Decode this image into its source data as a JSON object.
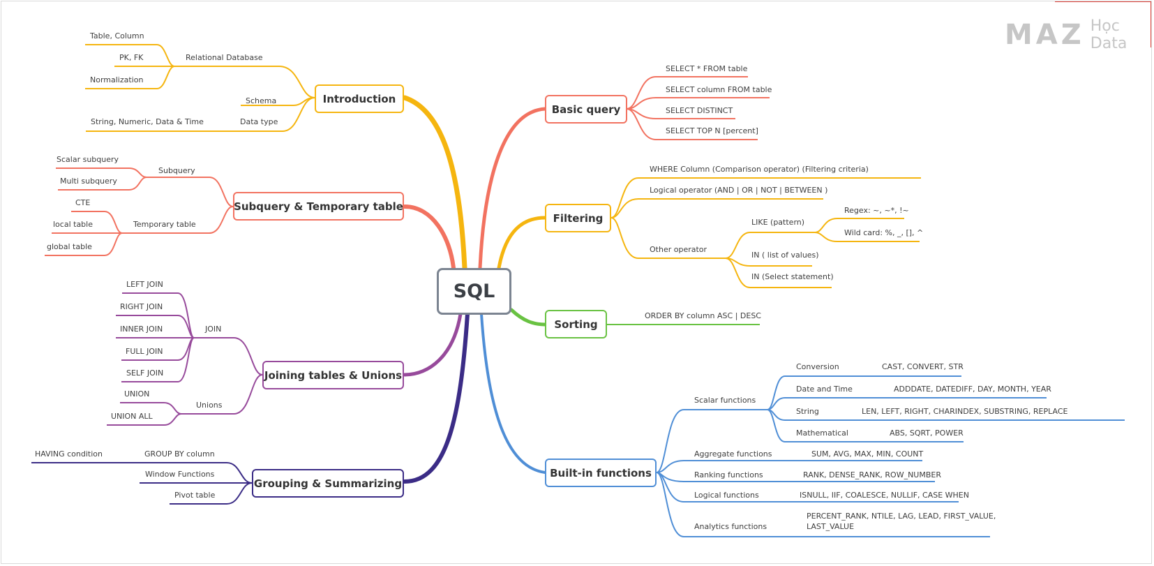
{
  "root": {
    "label": "SQL"
  },
  "watermark": {
    "mark": "MAZ",
    "text": "Học Data"
  },
  "colors": {
    "introduction": "#f5b50f",
    "subquery": "#f27260",
    "joining": "#974a9b",
    "grouping": "#3b2c86",
    "basic_query": "#f27260",
    "filtering": "#f5b50f",
    "sorting": "#69c242",
    "builtin": "#4f8ed6"
  },
  "branches": {
    "introduction": {
      "label": "Introduction",
      "relational_database": "Relational Database",
      "table_column": "Table, Column",
      "pk_fk": "PK, FK",
      "normalization": "Normalization",
      "schema": "Schema",
      "data_type": "Data type",
      "data_type_values": "String, Numeric, Data & Time"
    },
    "subquery": {
      "label": "Subquery & Temporary table",
      "subquery": "Subquery",
      "scalar_subquery": "Scalar subquery",
      "multi_subquery": "Multi subquery",
      "temporary_table": "Temporary table",
      "cte": "CTE",
      "local_table": "local table",
      "global_table": "global table"
    },
    "joining": {
      "label": "Joining tables & Unions",
      "join": "JOIN",
      "left_join": "LEFT JOIN",
      "right_join": "RIGHT JOIN",
      "inner_join": "INNER JOIN",
      "full_join": "FULL JOIN",
      "self_join": "SELF JOIN",
      "unions": "Unions",
      "union": "UNION",
      "union_all": "UNION ALL"
    },
    "grouping": {
      "label": "Grouping & Summarizing",
      "group_by": "GROUP BY column",
      "having": "HAVING condition",
      "window_functions": "Window Functions",
      "pivot_table": "Pivot table"
    },
    "basic_query": {
      "label": "Basic query",
      "select_all": "SELECT * FROM table",
      "select_column": "SELECT column FROM table",
      "select_distinct": "SELECT DISTINCT",
      "select_top": "SELECT TOP N [percent]"
    },
    "filtering": {
      "label": "Filtering",
      "where": "WHERE Column (Comparison operator) (Filtering criteria)",
      "logical": "Logical operator (AND | OR | NOT | BETWEEN )",
      "other_operator": "Other operator",
      "like": "LIKE (pattern)",
      "regex": "Regex: ~, ~*, !~",
      "wildcard": "Wild card: %, _, [], ^",
      "in_list": "IN ( list of values)",
      "in_select": "IN (Select statement)"
    },
    "sorting": {
      "label": "Sorting",
      "order_by": "ORDER BY column ASC | DESC"
    },
    "builtin": {
      "label": "Built-in functions",
      "scalar_functions": "Scalar functions",
      "conversion": "Conversion",
      "conversion_values": "CAST, CONVERT, STR",
      "date_time": "Date and Time",
      "date_time_values": "ADDDATE, DATEDIFF, DAY, MONTH, YEAR",
      "string": "String",
      "string_values": "LEN, LEFT, RIGHT, CHARINDEX, SUBSTRING, REPLACE",
      "mathematical": "Mathematical",
      "mathematical_values": "ABS, SQRT, POWER",
      "aggregate": "Aggregate functions",
      "aggregate_values": "SUM, AVG, MAX, MIN, COUNT",
      "ranking": "Ranking functions",
      "ranking_values": "RANK, DENSE_RANK, ROW_NUMBER",
      "logical_fn": "Logical functions",
      "logical_fn_values": "ISNULL, IIF, COALESCE, NULLIF, CASE WHEN",
      "analytics": "Analytics functions",
      "analytics_values_1": "PERCENT_RANK, NTILE, LAG, LEAD, FIRST_VALUE,",
      "analytics_values_2": "LAST_VALUE"
    }
  }
}
